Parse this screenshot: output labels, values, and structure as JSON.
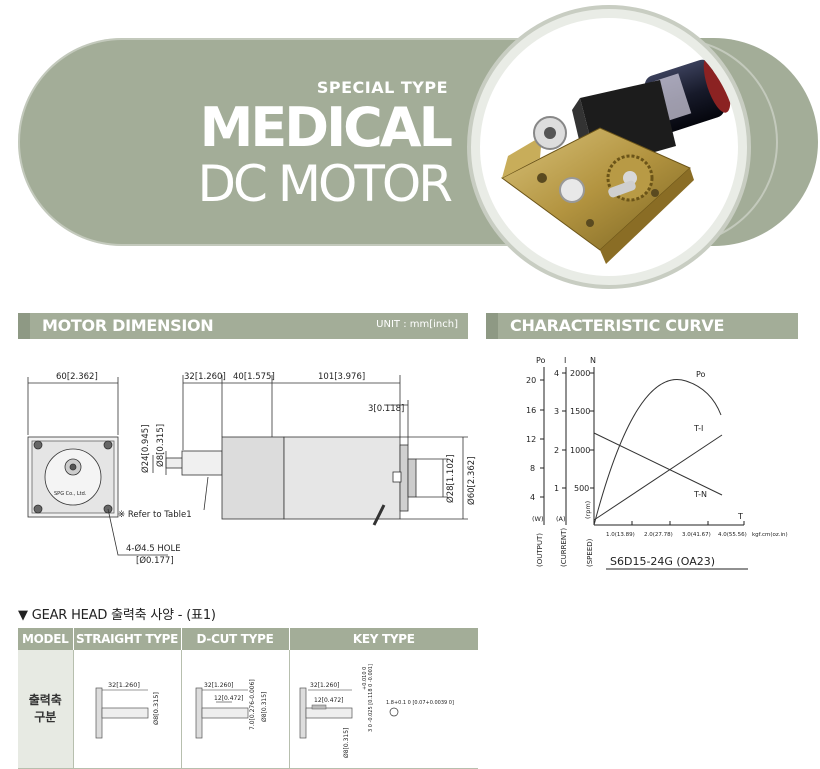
{
  "banner": {
    "special": "SPECIAL TYPE",
    "title": "MEDICAL",
    "subtitle": "DC MOTOR",
    "color": "#a3ad98"
  },
  "motor_dimension": {
    "title": "MOTOR DIMENSION",
    "unit": "UNIT : mm[inch]",
    "dims": {
      "width_top": "60[2.362]",
      "shaft_len": "32[1.260]",
      "gear_len": "40[1.575]",
      "motor_len": "101[3.976]",
      "d_small": "3[0.118]",
      "d24": "Ø24[0.945]",
      "d8": "Ø8[0.315]",
      "d28": "Ø28[1.102]",
      "d60": "Ø60[2.362]",
      "refer": "※ Refer to Table1",
      "hole": "4-Ø4.5 HOLE",
      "hole_inch": "[Ø0.177]",
      "plate_text": "SPG Co., Ltd."
    }
  },
  "curve": {
    "title": "CHARACTERISTIC CURVE",
    "axis_po": "Po",
    "axis_i": "I",
    "axis_n": "N",
    "axis_t": "T",
    "po_ticks": [
      "20",
      "16",
      "12",
      "8",
      "4"
    ],
    "i_ticks": [
      "4",
      "3",
      "2",
      "1"
    ],
    "n_ticks": [
      "2000",
      "1500",
      "1000",
      "500"
    ],
    "t_ticks": [
      "1.0(13.89)",
      "2.0(27.78)",
      "3.0(41.67)",
      "4.0(55.56)"
    ],
    "t_unit": "kgf.cm(oz.in)",
    "unit_w": "(W)",
    "unit_a": "(A)",
    "unit_rpm": "(rpm)",
    "label_output": "(OUTPUT)",
    "label_current": "(CURRENT)",
    "label_speed": "(SPEED)",
    "curve_po": "Po",
    "curve_i": "T-I",
    "curve_n": "T-N",
    "model": "S6D15-24G (OA23)"
  },
  "gear_head": {
    "title": "▼ GEAR HEAD 출력축 사양 - (표1)",
    "headers": [
      "MODEL",
      "STRAIGHT TYPE",
      "D-CUT TYPE",
      "KEY TYPE"
    ],
    "row_label_1": "출력축",
    "row_label_2": "구분",
    "straight": {
      "len": "32[1.260]",
      "dia": "Ø8[0.315]"
    },
    "dcut": {
      "len": "32[1.260]",
      "cut": "12[0.472]",
      "flat": "7.0[0.276-0.006]",
      "dia": "Ø8[0.315]"
    },
    "key": {
      "len": "32[1.260]",
      "key_len": "12[0.472]",
      "dia": "Ø8[0.315]",
      "tol1": "3 0 -0.025 [0.118 0 -0.001]",
      "tol2": "1.8+0.1 0 [0.07+0.0039 0]",
      "tol3": "+0.010 0"
    }
  }
}
